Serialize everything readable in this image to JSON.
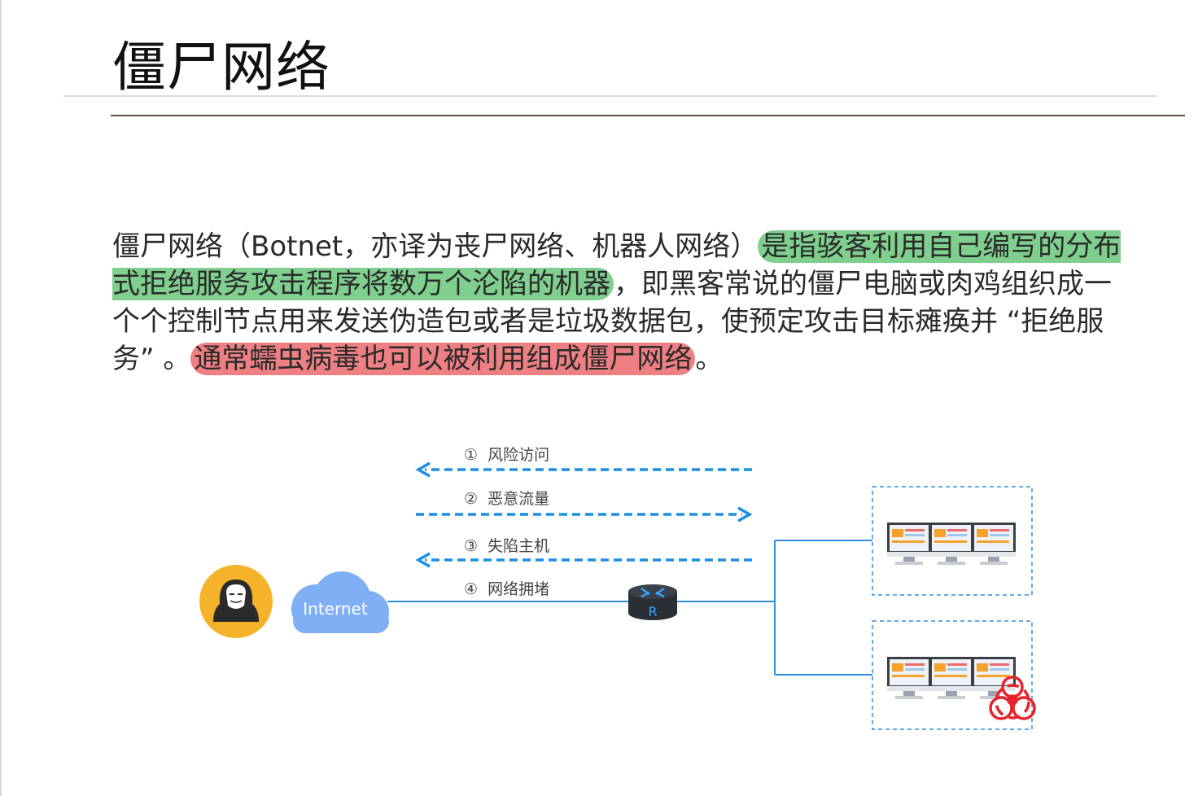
{
  "title": "僵尸网络",
  "paragraph": {
    "intro": "僵尸网络（Botnet，亦译为丧尸网络、机器人网络）",
    "green_highlight": "是指骇客利用自己编写的分布式拒绝服务攻击程序将数万个沦陷的机器",
    "middle": "，即黑客常说的僵尸电脑或肉鸡组织成一个个控制节点用来发送伪造包或者是垃圾数据包，使预定攻击目标瘫痪并 “拒绝服务” 。",
    "red_highlight": "通常蠕虫病毒也可以被利用组成僵尸网络",
    "end": "。"
  },
  "diagram": {
    "arrows": [
      {
        "number": "①",
        "label": "风险访问",
        "direction": "left"
      },
      {
        "number": "②",
        "label": "恶意流量",
        "direction": "right"
      },
      {
        "number": "③",
        "label": "失陷主机",
        "direction": "left"
      },
      {
        "number": "④",
        "label": "网络拥堵",
        "direction": "none"
      }
    ],
    "cloud_label": "Internet",
    "router_label": "R",
    "icons": [
      "hacker-icon",
      "cloud-icon",
      "router-icon",
      "computer-group-icon",
      "biohazard-icon"
    ],
    "colors": {
      "arrow": "#1a8fe6",
      "line": "#2f8fe0",
      "cloud": "#7fb0f5",
      "hacker_bg": "#f5b32b",
      "highlight_green": "#7fcf8e",
      "highlight_red": "#ee7f83",
      "biohazard": "#e8232a"
    }
  }
}
